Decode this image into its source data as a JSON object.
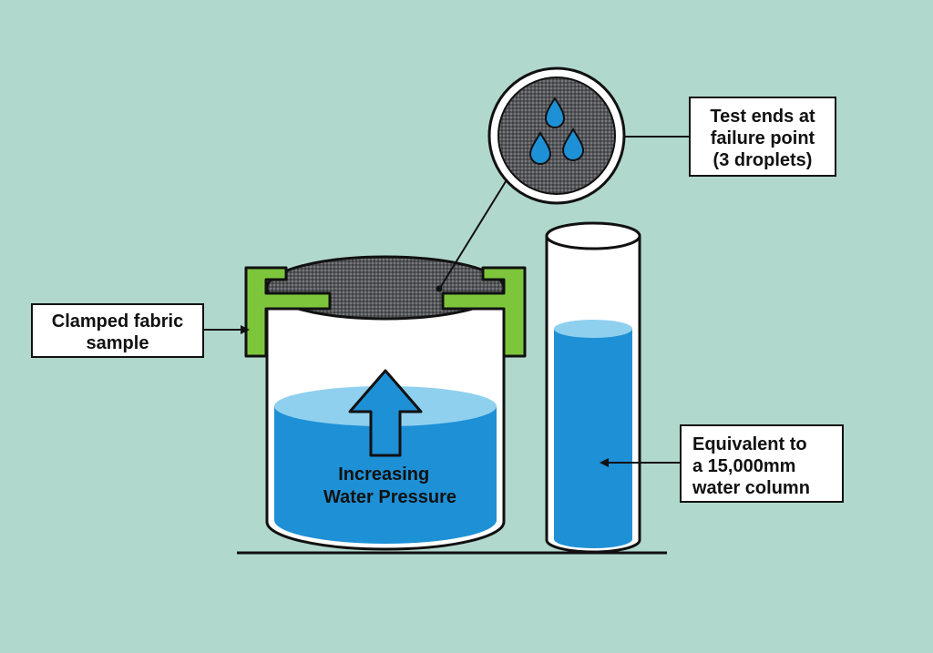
{
  "labels": {
    "clamped_sample": [
      "Clamped fabric",
      "sample"
    ],
    "failure_point": [
      "Test ends at",
      "failure point",
      "(3 droplets)"
    ],
    "water_column": [
      "Equivalent to",
      "a 15,000mm",
      "water column"
    ],
    "pressure": [
      "Increasing",
      "Water Pressure"
    ]
  },
  "colors": {
    "background": "#b1d8cd",
    "water": "#1e90d6",
    "water_light": "#8fd0ef",
    "clamp": "#7dc63c",
    "fabric": "#55575a",
    "outline": "#111111"
  },
  "icons": {
    "droplet": "droplet-icon",
    "arrow": "up-arrow-icon"
  }
}
